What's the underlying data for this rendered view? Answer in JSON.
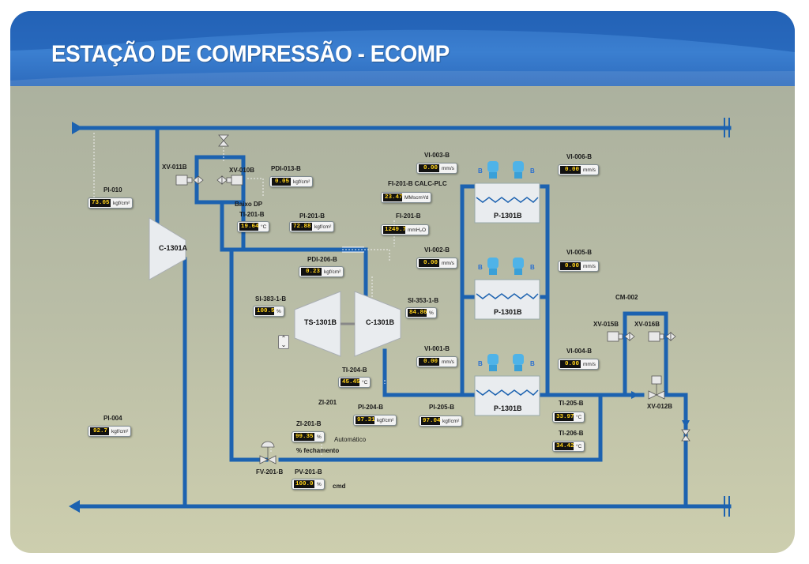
{
  "header": {
    "title": "ESTAÇÃO DE COMPRESSÃO - ECOMP"
  },
  "colors": {
    "pipe": "#1c62b0",
    "header": "#3b7fd0",
    "display_value": "#ffd21c"
  },
  "equipment": {
    "compressor_a": "C-1301A",
    "turbine": "TS-1301B",
    "compressor_b": "C-1301B",
    "pump1": "P-1301B",
    "pump2": "P-1301B",
    "pump3": "P-1301B",
    "pump_b_marker": "B"
  },
  "valves": {
    "xv011b": "XV-011B",
    "xv010b": "XV-010B",
    "baixo_dp": "Baixo DP",
    "fv201b": "FV-201-B",
    "xv015b": "XV-015B",
    "xv016b": "XV-016B",
    "cm002": "CM-002",
    "xv012b": "XV-012B"
  },
  "instruments": {
    "pi010": {
      "tag": "PI-010",
      "value": "73.05",
      "unit": "kgf/cm²"
    },
    "pdi013b": {
      "tag": "PDI-013-B",
      "value": "0.05",
      "unit": "kgf/cm²"
    },
    "ti201b": {
      "tag": "TI-201-B",
      "value": "19.64",
      "unit": "°C"
    },
    "pi201b": {
      "tag": "PI-201-B",
      "value": "72.88",
      "unit": "kgf/cm²"
    },
    "pdi206b": {
      "tag": "PDI-206-B",
      "value": "0.23",
      "unit": "kgf/cm²"
    },
    "si3831b": {
      "tag": "SI-383-1-B",
      "value": "100.5",
      "unit": "%"
    },
    "si3531b": {
      "tag": "SI-353-1-B",
      "value": "84.86",
      "unit": "%"
    },
    "fi201bcalc": {
      "tag": "FI-201-B CALC-PLC",
      "value": "23.47",
      "unit": "MMscm³/d"
    },
    "fi201b": {
      "tag": "FI-201-B",
      "value": "1249.7",
      "unit": "mmH₂O"
    },
    "vi003b": {
      "tag": "VI-003-B",
      "value": "0.00",
      "unit": "mm/s"
    },
    "vi006b": {
      "tag": "VI-006-B",
      "value": "0.00",
      "unit": "mm/s"
    },
    "vi002b": {
      "tag": "VI-002-B",
      "value": "0.00",
      "unit": "mm/s"
    },
    "vi005b": {
      "tag": "VI-005-B",
      "value": "0.00",
      "unit": "mm/s"
    },
    "vi001b": {
      "tag": "VI-001-B",
      "value": "0.00",
      "unit": "mm/s"
    },
    "vi004b": {
      "tag": "VI-004-B",
      "value": "0.00",
      "unit": "mm/s"
    },
    "ti204b": {
      "tag": "TI-204-B",
      "value": "45.45",
      "unit": "°C"
    },
    "pi204b": {
      "tag": "PI-204-B",
      "value": "97.31",
      "unit": "kgf/cm²"
    },
    "pi205b": {
      "tag": "PI-205-B",
      "value": "97.04",
      "unit": "kgf/cm²"
    },
    "ti205b": {
      "tag": "TI-205-B",
      "value": "33.97",
      "unit": "°C"
    },
    "ti206b": {
      "tag": "TI-206-B",
      "value": "34.42",
      "unit": "°C"
    },
    "pi004": {
      "tag": "PI-004",
      "value": "92.7",
      "unit": "kgf/cm²"
    },
    "zi201b": {
      "tag": "ZI-201-B",
      "value": "99.35",
      "unit": "%"
    },
    "pv201b": {
      "tag": "PV-201-B",
      "value": "100.0",
      "unit": "%"
    }
  },
  "notes": {
    "zi201": "ZI-201",
    "automatico": "Automático",
    "fechamento": "% fechamento",
    "cmd": "cmd"
  }
}
